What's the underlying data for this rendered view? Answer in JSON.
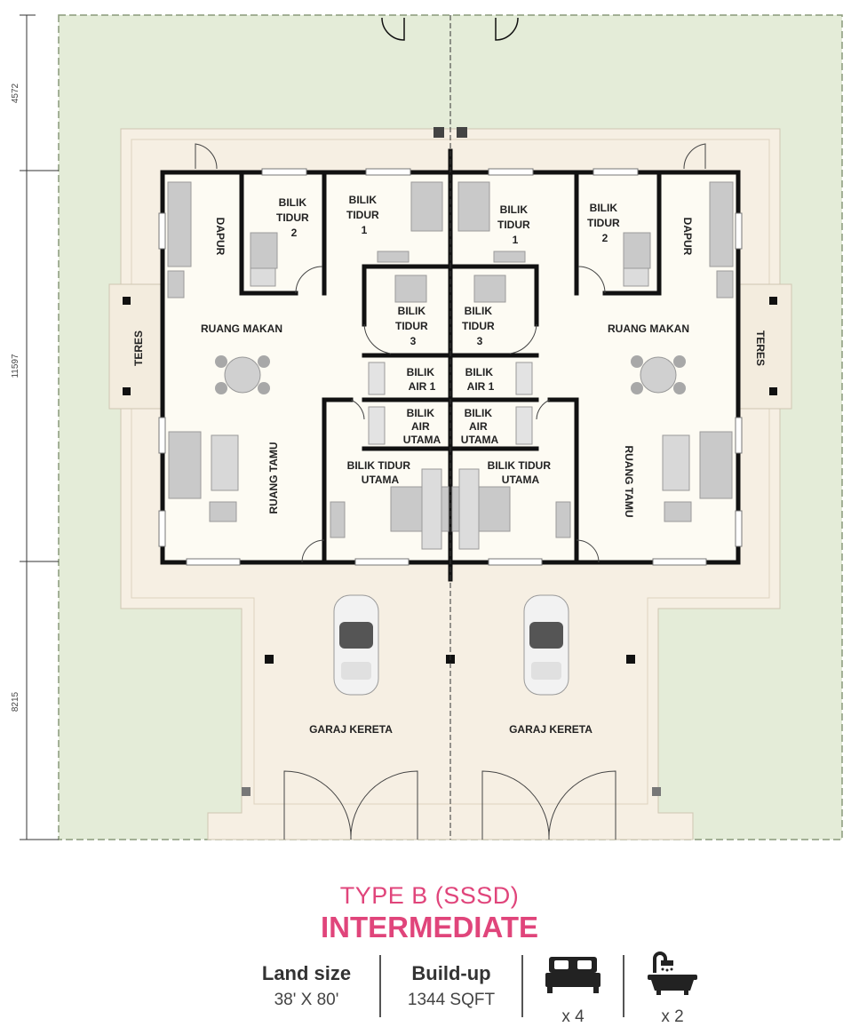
{
  "plan": {
    "dims": {
      "top": "4572",
      "middle": "11597",
      "bottom": "8215"
    },
    "rooms_left": {
      "dapur": "DAPUR",
      "bilik_tidur_2": [
        "BILIK",
        "TIDUR",
        "2"
      ],
      "bilik_tidur_1": [
        "BILIK",
        "TIDUR",
        "1"
      ],
      "bilik_tidur_3": [
        "BILIK",
        "TIDUR",
        "3"
      ],
      "ruang_makan": "RUANG MAKAN",
      "teres": "TERES",
      "bilik_air_1": [
        "BILIK",
        "AIR 1"
      ],
      "bilik_air_utama": [
        "BILIK",
        "AIR",
        "UTAMA"
      ],
      "bilik_tidur_utama": [
        "BILIK TIDUR",
        "UTAMA"
      ],
      "ruang_tamu": "RUANG TAMU",
      "garaj": "GARAJ KERETA"
    },
    "rooms_right": {
      "dapur": "DAPUR",
      "bilik_tidur_2": [
        "BILIK",
        "TIDUR",
        "2"
      ],
      "bilik_tidur_1": [
        "BILIK",
        "TIDUR",
        "1"
      ],
      "bilik_tidur_3": [
        "BILIK",
        "TIDUR",
        "3"
      ],
      "ruang_makan": "RUANG MAKAN",
      "teres": "TERES",
      "bilik_air_1": [
        "BILIK",
        "AIR 1"
      ],
      "bilik_air_utama": [
        "BILIK",
        "AIR",
        "UTAMA"
      ],
      "bilik_tidur_utama": [
        "BILIK TIDUR",
        "UTAMA"
      ],
      "ruang_tamu": "RUANG TAMU",
      "garaj": "GARAJ KERETA"
    }
  },
  "info": {
    "type_line": "TYPE B (SSSD)",
    "variant": "INTERMEDIATE",
    "land_size_label": "Land size",
    "land_size_value": "38' X 80'",
    "buildup_label": "Build-up",
    "buildup_value": "1344 SQFT",
    "bedrooms": "x 4",
    "bathrooms": "x 2"
  },
  "colors": {
    "lawn": "#e4ecd8",
    "lot_border": "#8a9a7a",
    "paving": "#f6efe3",
    "floor": "#fdfbf3",
    "wall": "#111111",
    "accent": "#e0457b",
    "furniture": "#bdbdbd"
  },
  "icons": [
    "bed-icon",
    "bathtub-icon",
    "car-icon",
    "dining-table-icon",
    "sofa-icon",
    "door-icon"
  ]
}
